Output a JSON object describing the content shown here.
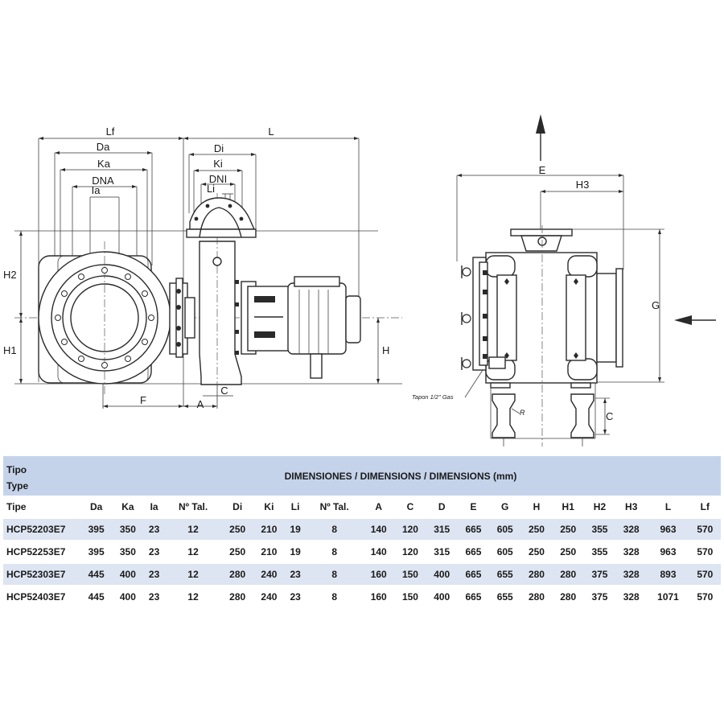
{
  "drawing": {
    "labels": {
      "lf": "Lf",
      "da": "Da",
      "ka": "Ka",
      "dna": "DNA",
      "ia": "Ia",
      "l": "L",
      "di": "Di",
      "ki": "Ki",
      "dni": "DNI",
      "li": "Li",
      "h2": "H2",
      "h1": "H1",
      "h": "H",
      "f": "F",
      "a": "A",
      "c_front": "C",
      "e": "E",
      "h3": "H3",
      "g": "G",
      "r": "R",
      "c_side": "C",
      "tapon": "Tapon 1/2\" Gas"
    }
  },
  "table": {
    "header_tipo_lines": [
      "Tipo",
      "Type"
    ],
    "title": "DIMENSIONES / DIMENSIONS / DIMENSIONS (mm)",
    "columns": [
      "Tipe",
      "Da",
      "Ka",
      "Ia",
      "Nº Tal.",
      "Di",
      "Ki",
      "Li",
      "Nº Tal.",
      "A",
      "C",
      "D",
      "E",
      "G",
      "H",
      "H1",
      "H2",
      "H3",
      "L",
      "Lf"
    ],
    "rows": [
      [
        "HCP52203E7",
        "395",
        "350",
        "23",
        "12",
        "250",
        "210",
        "19",
        "8",
        "140",
        "120",
        "315",
        "665",
        "605",
        "250",
        "250",
        "355",
        "328",
        "963",
        "570"
      ],
      [
        "HCP52253E7",
        "395",
        "350",
        "23",
        "12",
        "250",
        "210",
        "19",
        "8",
        "140",
        "120",
        "315",
        "665",
        "605",
        "250",
        "250",
        "355",
        "328",
        "963",
        "570"
      ],
      [
        "HCP52303E7",
        "445",
        "400",
        "23",
        "12",
        "280",
        "240",
        "23",
        "8",
        "160",
        "150",
        "400",
        "665",
        "655",
        "280",
        "280",
        "375",
        "328",
        "893",
        "570"
      ],
      [
        "HCP52403E7",
        "445",
        "400",
        "23",
        "12",
        "280",
        "240",
        "23",
        "8",
        "160",
        "150",
        "400",
        "665",
        "655",
        "280",
        "280",
        "375",
        "328",
        "1071",
        "570"
      ]
    ]
  }
}
